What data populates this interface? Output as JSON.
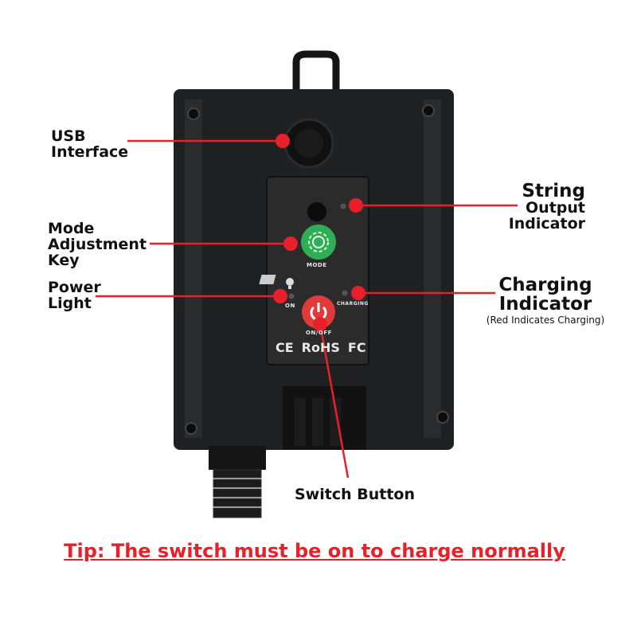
{
  "labels": {
    "usb": [
      "USB",
      "Interface"
    ],
    "mode": [
      "Mode",
      "Adjustment",
      "Key"
    ],
    "power": [
      "Power",
      "Light"
    ],
    "string": [
      "String",
      "Output",
      "Indicator"
    ],
    "charging": [
      "Charging",
      "Indicator"
    ],
    "charging_note": "(Red Indicates Charging)",
    "switch": "Switch Button"
  },
  "panel": {
    "mode": "MODE",
    "on": "ON",
    "charging": "CHARGING",
    "onoff": "ON/OFF",
    "certs": [
      "CE",
      "RoHS",
      "FC"
    ]
  },
  "tip": "Tip: The switch must be on to charge normally",
  "colors": {
    "accent": "#e8202a",
    "body": "#1f2021",
    "mode_button": "#2fae55",
    "power_button": "#e03a3a"
  }
}
